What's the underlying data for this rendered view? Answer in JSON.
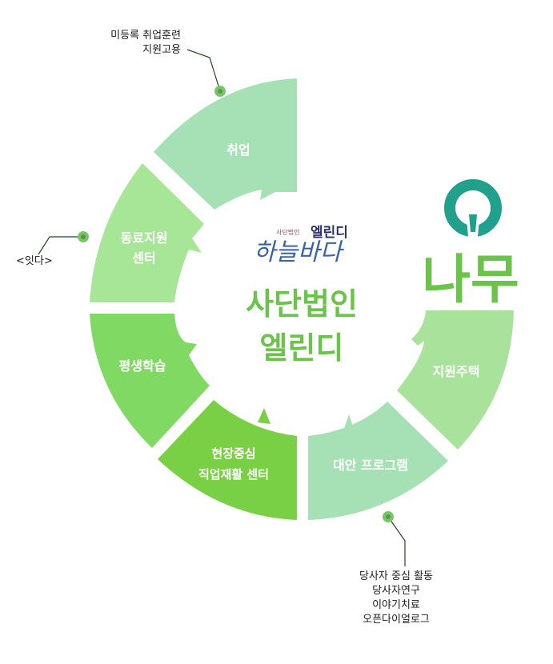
{
  "center": {
    "logo_small_caption": "사단법인",
    "logo_small_name": "엘린디",
    "logo_script": "하늘바다",
    "title_line1": "사단법인",
    "title_line2": "엘린디"
  },
  "segments": [
    {
      "lines": [
        "취업"
      ],
      "color": "#a5e1b4"
    },
    {
      "lines": [
        "지원주택"
      ],
      "color": "#a9e39b"
    },
    {
      "lines": [
        "대안 프로그램"
      ],
      "color": "#a5e1b4"
    },
    {
      "lines": [
        "현장중심",
        "직업재활 센터"
      ],
      "color": "#7ad044"
    },
    {
      "lines": [
        "평생학습"
      ],
      "color": "#80d962"
    },
    {
      "lines": [
        "동료지원",
        "센터"
      ],
      "color": "#a6e696"
    }
  ],
  "callouts": {
    "top": [
      "미등록 취업훈련",
      "지원고용"
    ],
    "left": [
      "<잇다>"
    ],
    "bottom": [
      "당사자 중심 활동",
      "당사자연구",
      "이야기치료",
      "오픈다이얼로그"
    ]
  },
  "partner": {
    "name": "나무",
    "logo_color": "#21a08c"
  },
  "colors": {
    "text_green": "#6cc34b",
    "callout_dot": "#7cc46c",
    "callout_line": "#1f4a1f"
  }
}
